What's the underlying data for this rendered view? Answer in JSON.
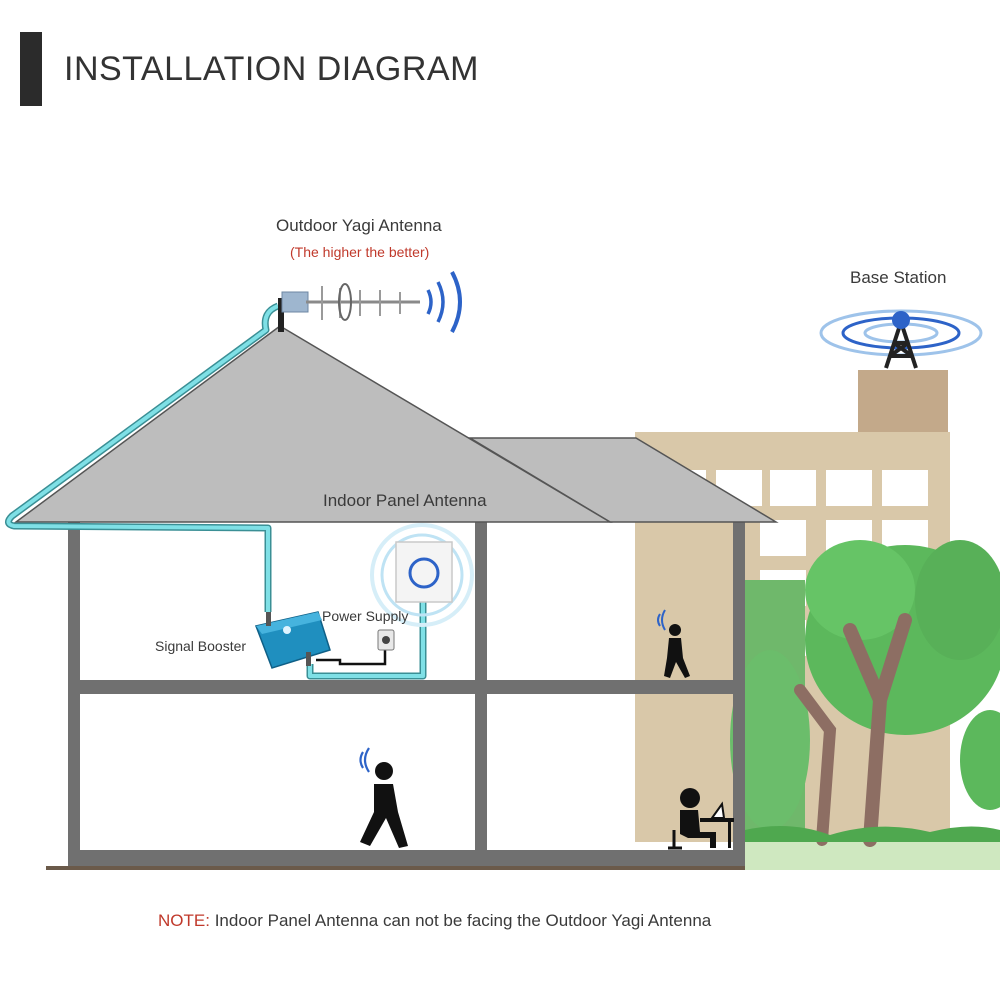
{
  "header": {
    "title": "INSTALLATION DIAGRAM"
  },
  "labels": {
    "outdoor_antenna": "Outdoor Yagi Antenna",
    "outdoor_antenna_hint": "(The higher the better)",
    "base_station": "Base Station",
    "indoor_panel_antenna": "Indoor Panel Antenna",
    "power_supply": "Power Supply",
    "signal_booster": "Signal Booster"
  },
  "note": {
    "key": "NOTE",
    "separator": ":",
    "text": " Indoor Panel Antenna can not be facing the Outdoor Yagi Antenna"
  },
  "colors": {
    "cable": "#6fd3d9",
    "signal_wave": "#2d63c8",
    "roof": "#bdbdbd",
    "walls": "#707070",
    "booster": "#1f8fbf",
    "building": "#d9c8a9",
    "tree": "#5cb85c",
    "note_key": "#c0392b"
  }
}
